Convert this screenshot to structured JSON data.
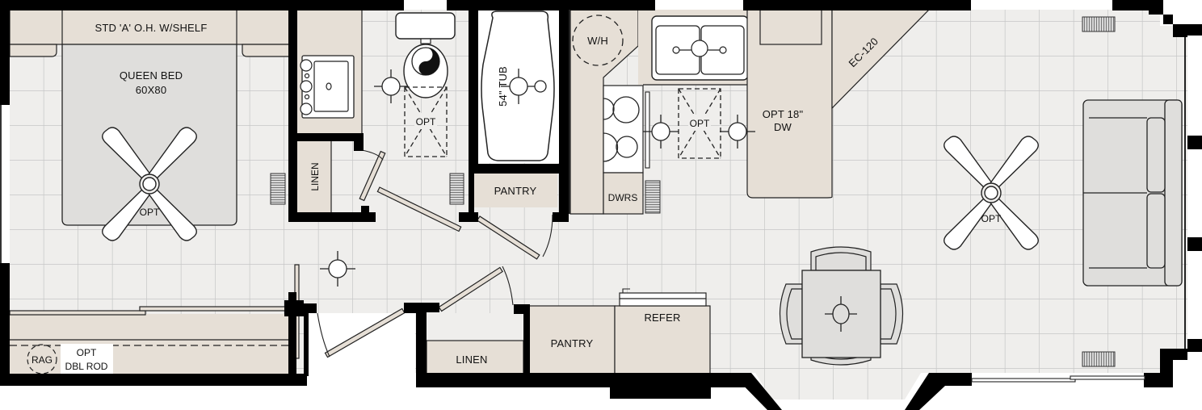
{
  "colors": {
    "wall": "#000000",
    "floor": "#efeeec",
    "grid": "#c4c4c4",
    "cabinet": "#e6dfd6",
    "furniture": "#dfdedc",
    "fixture": "#ffffff",
    "outline": "#222222"
  },
  "bedroom": {
    "overhead_label": "STD 'A' O.H. W/SHELF",
    "bed_label_line1": "QUEEN BED",
    "bed_label_line2": "60X80",
    "fan_label": "OPT",
    "closet_opt_label": "OPT",
    "closet_rod_label": "DBL ROD",
    "rag_label": "RAG"
  },
  "bath": {
    "tub_label": "54\" TUB",
    "opt_label": "OPT",
    "linen_label": "LINEN"
  },
  "hall": {
    "pantry_label": "PANTRY",
    "linen_label": "LINEN"
  },
  "kitchen": {
    "water_heater_label": "W/H",
    "opt_label": "OPT",
    "dw_label_line1": "OPT 18\"",
    "dw_label_line2": "DW",
    "drawers_label": "DWRS",
    "ec_label": "EC-120",
    "pantry_label": "PANTRY",
    "refer_label": "REFER"
  },
  "living": {
    "fan_label": "OPT"
  }
}
